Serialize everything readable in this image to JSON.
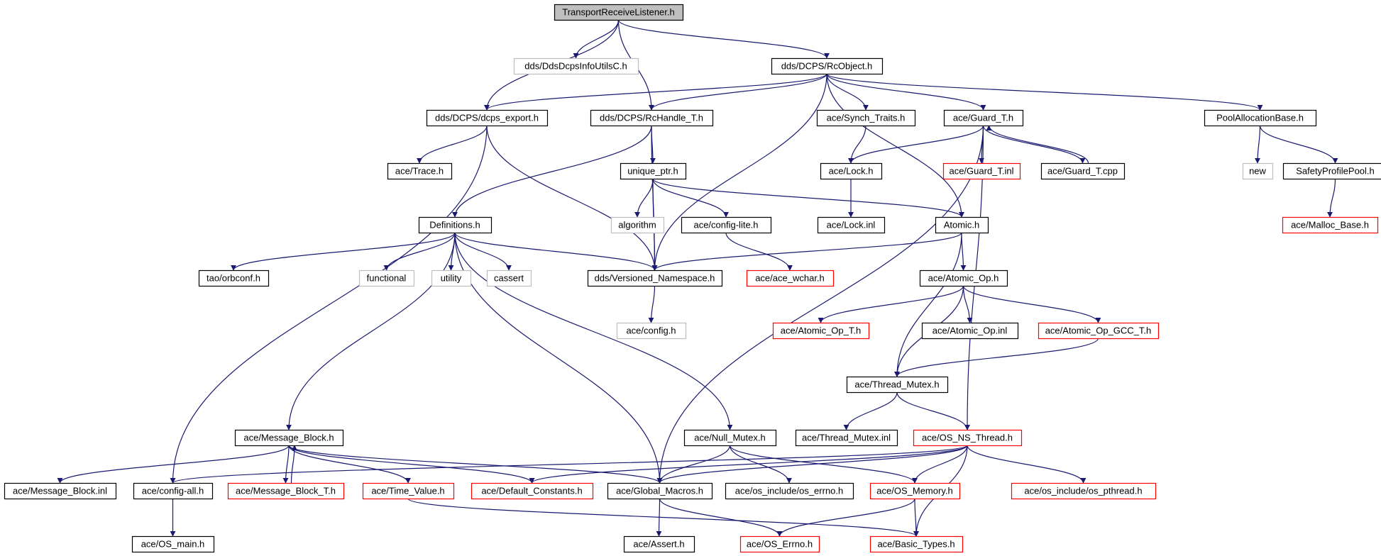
{
  "graph": {
    "title": "",
    "colors": {
      "edge": "#191970",
      "normal": "#000000",
      "missing": "#bfbfbf",
      "truncated": "#ff0000",
      "root_fill": "#bfbfbf",
      "fill": "#ffffff"
    },
    "nodes": [
      {
        "id": "root",
        "label": "TransportReceiveListener.h",
        "kind": "root"
      },
      {
        "id": "ddsinfo",
        "label": "dds/DdsDcpsInfoUtilsC.h",
        "kind": "missing"
      },
      {
        "id": "rcobject",
        "label": "dds/DCPS/RcObject.h",
        "kind": "normal"
      },
      {
        "id": "dcpsexport",
        "label": "dds/DCPS/dcps_export.h",
        "kind": "normal"
      },
      {
        "id": "rchandle",
        "label": "dds/DCPS/RcHandle_T.h",
        "kind": "normal"
      },
      {
        "id": "synchtraits",
        "label": "ace/Synch_Traits.h",
        "kind": "normal"
      },
      {
        "id": "guardt",
        "label": "ace/Guard_T.h",
        "kind": "normal"
      },
      {
        "id": "poolalloc",
        "label": "PoolAllocationBase.h",
        "kind": "normal"
      },
      {
        "id": "trace",
        "label": "ace/Trace.h",
        "kind": "normal"
      },
      {
        "id": "uniqueptr",
        "label": "unique_ptr.h",
        "kind": "normal"
      },
      {
        "id": "lock",
        "label": "ace/Lock.h",
        "kind": "normal"
      },
      {
        "id": "guardinl",
        "label": "ace/Guard_T.inl",
        "kind": "truncated"
      },
      {
        "id": "guardcpp",
        "label": "ace/Guard_T.cpp",
        "kind": "normal"
      },
      {
        "id": "new",
        "label": "new",
        "kind": "missing"
      },
      {
        "id": "safetypool",
        "label": "SafetyProfilePool.h",
        "kind": "normal"
      },
      {
        "id": "definitions",
        "label": "Definitions.h",
        "kind": "normal"
      },
      {
        "id": "algorithm",
        "label": "algorithm",
        "kind": "missing"
      },
      {
        "id": "configlite",
        "label": "ace/config-lite.h",
        "kind": "normal"
      },
      {
        "id": "lockinl",
        "label": "ace/Lock.inl",
        "kind": "normal"
      },
      {
        "id": "atomic",
        "label": "Atomic.h",
        "kind": "normal"
      },
      {
        "id": "mallocbase",
        "label": "ace/Malloc_Base.h",
        "kind": "truncated"
      },
      {
        "id": "orbconf",
        "label": "tao/orbconf.h",
        "kind": "normal"
      },
      {
        "id": "functional",
        "label": "functional",
        "kind": "missing"
      },
      {
        "id": "utility",
        "label": "utility",
        "kind": "missing"
      },
      {
        "id": "cassert",
        "label": "cassert",
        "kind": "missing"
      },
      {
        "id": "versioned",
        "label": "dds/Versioned_Namespace.h",
        "kind": "normal"
      },
      {
        "id": "acewchar",
        "label": "ace/ace_wchar.h",
        "kind": "truncated"
      },
      {
        "id": "atomicop",
        "label": "ace/Atomic_Op.h",
        "kind": "normal"
      },
      {
        "id": "configh",
        "label": "ace/config.h",
        "kind": "missing"
      },
      {
        "id": "atomicopt",
        "label": "ace/Atomic_Op_T.h",
        "kind": "truncated"
      },
      {
        "id": "atomicopinl",
        "label": "ace/Atomic_Op.inl",
        "kind": "normal"
      },
      {
        "id": "atomicopgcc",
        "label": "ace/Atomic_Op_GCC_T.h",
        "kind": "truncated"
      },
      {
        "id": "threadmutex",
        "label": "ace/Thread_Mutex.h",
        "kind": "normal"
      },
      {
        "id": "msgblock",
        "label": "ace/Message_Block.h",
        "kind": "normal"
      },
      {
        "id": "nullmutex",
        "label": "ace/Null_Mutex.h",
        "kind": "normal"
      },
      {
        "id": "threadmutexinl",
        "label": "ace/Thread_Mutex.inl",
        "kind": "normal"
      },
      {
        "id": "osnsthread",
        "label": "ace/OS_NS_Thread.h",
        "kind": "truncated"
      },
      {
        "id": "msgblockinl",
        "label": "ace/Message_Block.inl",
        "kind": "normal"
      },
      {
        "id": "configall",
        "label": "ace/config-all.h",
        "kind": "normal"
      },
      {
        "id": "msgblockt",
        "label": "ace/Message_Block_T.h",
        "kind": "truncated"
      },
      {
        "id": "timevalue",
        "label": "ace/Time_Value.h",
        "kind": "truncated"
      },
      {
        "id": "defconst",
        "label": "ace/Default_Constants.h",
        "kind": "truncated"
      },
      {
        "id": "globalmacros",
        "label": "ace/Global_Macros.h",
        "kind": "normal"
      },
      {
        "id": "oserrno",
        "label": "ace/os_include/os_errno.h",
        "kind": "normal"
      },
      {
        "id": "osmemory",
        "label": "ace/OS_Memory.h",
        "kind": "truncated"
      },
      {
        "id": "ospthread",
        "label": "ace/os_include/os_pthread.h",
        "kind": "truncated"
      },
      {
        "id": "osmain",
        "label": "ace/OS_main.h",
        "kind": "normal"
      },
      {
        "id": "assert",
        "label": "ace/Assert.h",
        "kind": "normal"
      },
      {
        "id": "oserrnoh",
        "label": "ace/OS_Errno.h",
        "kind": "truncated"
      },
      {
        "id": "basictypes",
        "label": "ace/Basic_Types.h",
        "kind": "truncated"
      }
    ],
    "edges": [
      [
        "root",
        "dcpsexport"
      ],
      [
        "root",
        "ddsinfo"
      ],
      [
        "root",
        "rchandle"
      ],
      [
        "root",
        "rcobject"
      ],
      [
        "rcobject",
        "dcpsexport"
      ],
      [
        "rcobject",
        "rchandle"
      ],
      [
        "rcobject",
        "versioned"
      ],
      [
        "rcobject",
        "synchtraits"
      ],
      [
        "rcobject",
        "guardt"
      ],
      [
        "rcobject",
        "atomic"
      ],
      [
        "rcobject",
        "poolalloc"
      ],
      [
        "dcpsexport",
        "trace"
      ],
      [
        "dcpsexport",
        "versioned"
      ],
      [
        "dcpsexport",
        "configall"
      ],
      [
        "rchandle",
        "uniqueptr"
      ],
      [
        "rchandle",
        "versioned"
      ],
      [
        "rchandle",
        "definitions"
      ],
      [
        "synchtraits",
        "lock"
      ],
      [
        "guardt",
        "lock"
      ],
      [
        "guardt",
        "guardinl"
      ],
      [
        "guardt",
        "guardcpp"
      ],
      [
        "guardcpp",
        "guardt"
      ],
      [
        "guardt",
        "globalmacros"
      ],
      [
        "guardt",
        "osnsthread"
      ],
      [
        "poolalloc",
        "new"
      ],
      [
        "poolalloc",
        "safetypool"
      ],
      [
        "safetypool",
        "mallocbase"
      ],
      [
        "uniqueptr",
        "algorithm"
      ],
      [
        "uniqueptr",
        "configlite"
      ],
      [
        "uniqueptr",
        "atomic"
      ],
      [
        "uniqueptr",
        "versioned"
      ],
      [
        "lock",
        "lockinl"
      ],
      [
        "configlite",
        "acewchar"
      ],
      [
        "atomic",
        "versioned"
      ],
      [
        "atomic",
        "atomicop"
      ],
      [
        "atomic",
        "threadmutex"
      ],
      [
        "definitions",
        "orbconf"
      ],
      [
        "definitions",
        "functional"
      ],
      [
        "definitions",
        "utility"
      ],
      [
        "definitions",
        "cassert"
      ],
      [
        "definitions",
        "versioned"
      ],
      [
        "definitions",
        "msgblock"
      ],
      [
        "definitions",
        "globalmacros"
      ],
      [
        "definitions",
        "nullmutex"
      ],
      [
        "versioned",
        "configh"
      ],
      [
        "atomicop",
        "atomicopt"
      ],
      [
        "atomicop",
        "atomicopinl"
      ],
      [
        "atomicop",
        "atomicopgcc"
      ],
      [
        "atomicop",
        "threadmutex"
      ],
      [
        "atomicopgcc",
        "threadmutex"
      ],
      [
        "threadmutex",
        "threadmutexinl"
      ],
      [
        "threadmutex",
        "osnsthread"
      ],
      [
        "msgblock",
        "msgblockinl"
      ],
      [
        "msgblock",
        "msgblockt"
      ],
      [
        "msgblockt",
        "msgblock"
      ],
      [
        "msgblock",
        "timevalue"
      ],
      [
        "msgblock",
        "defconst"
      ],
      [
        "msgblock",
        "globalmacros"
      ],
      [
        "nullmutex",
        "globalmacros"
      ],
      [
        "nullmutex",
        "oserrno"
      ],
      [
        "nullmutex",
        "osmemory"
      ],
      [
        "osnsthread",
        "configall"
      ],
      [
        "osnsthread",
        "defconst"
      ],
      [
        "osnsthread",
        "globalmacros"
      ],
      [
        "osnsthread",
        "osmemory"
      ],
      [
        "osnsthread",
        "ospthread"
      ],
      [
        "osnsthread",
        "basictypes"
      ],
      [
        "configall",
        "osmain"
      ],
      [
        "timevalue",
        "basictypes"
      ],
      [
        "globalmacros",
        "assert"
      ],
      [
        "globalmacros",
        "oserrnoh"
      ],
      [
        "osmemory",
        "oserrnoh"
      ],
      [
        "osmemory",
        "basictypes"
      ]
    ]
  }
}
